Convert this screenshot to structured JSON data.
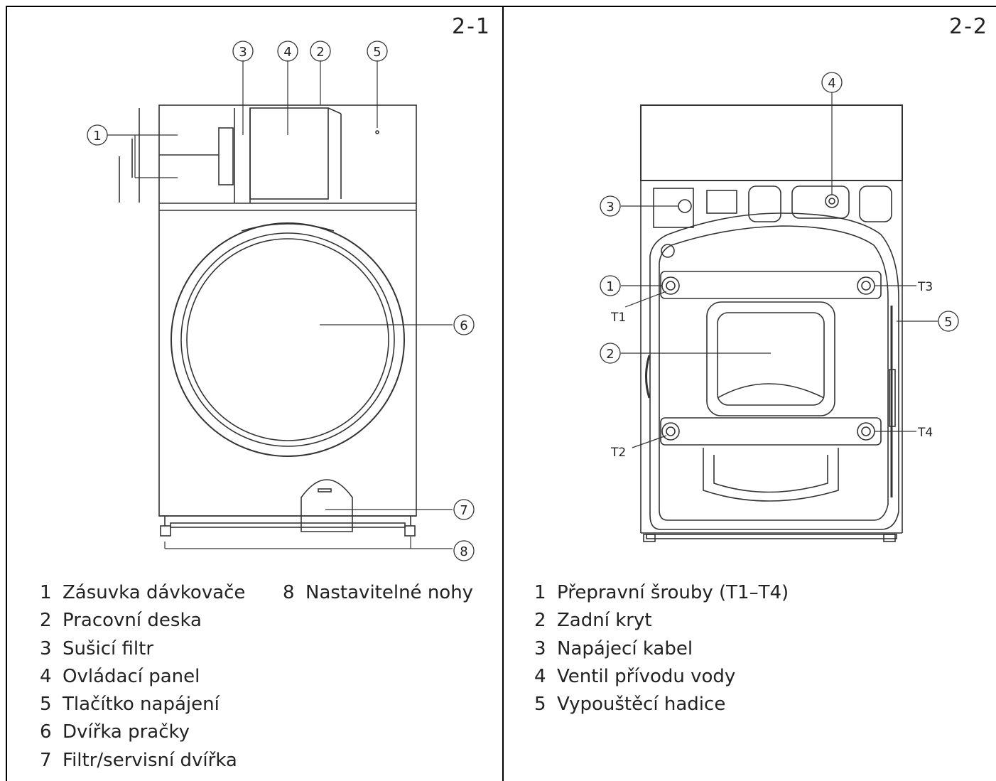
{
  "panels": {
    "front": {
      "tag": "2-1",
      "callouts": [
        "1",
        "2",
        "3",
        "4",
        "5",
        "6",
        "7",
        "8"
      ],
      "legend_col1": [
        {
          "num": "1",
          "label": "Zásuvka dávkovače"
        },
        {
          "num": "2",
          "label": "Pracovní deska"
        },
        {
          "num": "3",
          "label": "Sušicí filtr"
        },
        {
          "num": "4",
          "label": "Ovládací panel"
        },
        {
          "num": "5",
          "label": "Tlačítko napájení"
        },
        {
          "num": "6",
          "label": "Dvířka pračky"
        },
        {
          "num": "7",
          "label": "Filtr/servisní dvířka"
        }
      ],
      "legend_col2": [
        {
          "num": "8",
          "label": "Nastavitelné nohy"
        }
      ]
    },
    "rear": {
      "tag": "2-2",
      "callouts": [
        "1",
        "2",
        "3",
        "4",
        "5"
      ],
      "bolt_labels": [
        "T1",
        "T2",
        "T3",
        "T4"
      ],
      "legend": [
        {
          "num": "1",
          "label": "Přepravní šrouby (T1–T4)"
        },
        {
          "num": "2",
          "label": "Zadní kryt"
        },
        {
          "num": "3",
          "label": "Napájecí kabel"
        },
        {
          "num": "4",
          "label": "Ventil přívodu vody"
        },
        {
          "num": "5",
          "label": "Vypouštěcí hadice"
        }
      ]
    }
  }
}
